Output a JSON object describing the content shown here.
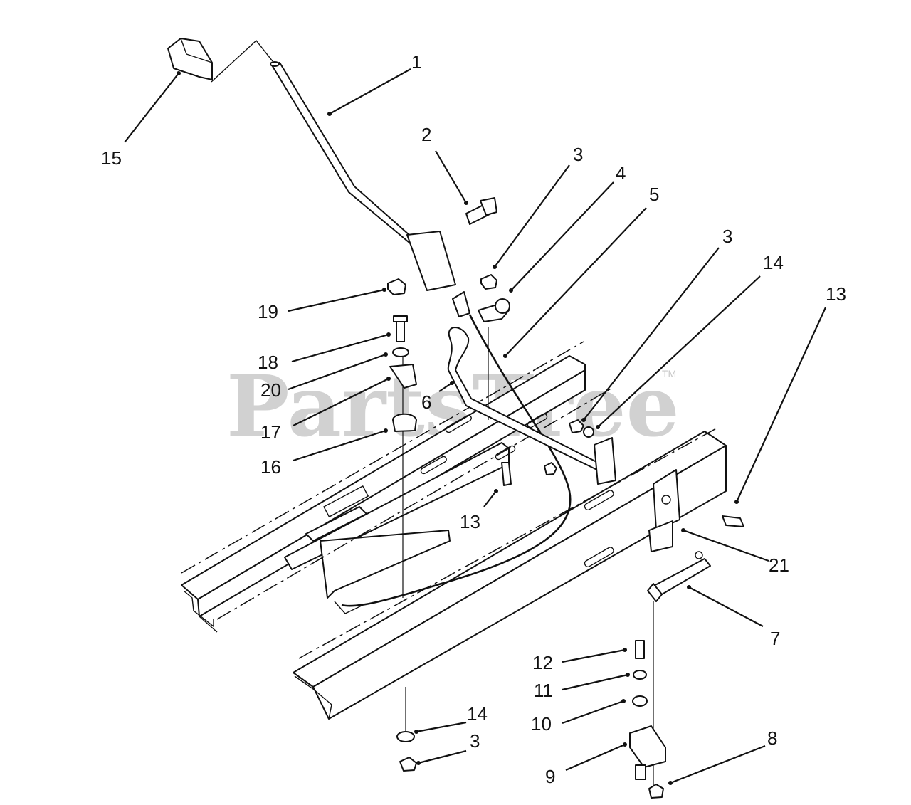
{
  "watermark": {
    "text": "PartsTree",
    "trademark": "TM"
  },
  "callouts": [
    {
      "id": "c1",
      "label": "1"
    },
    {
      "id": "c2",
      "label": "2"
    },
    {
      "id": "c3a",
      "label": "3"
    },
    {
      "id": "c4",
      "label": "4"
    },
    {
      "id": "c5",
      "label": "5"
    },
    {
      "id": "c3b",
      "label": "3"
    },
    {
      "id": "c14a",
      "label": "14"
    },
    {
      "id": "c13a",
      "label": "13"
    },
    {
      "id": "c15",
      "label": "15"
    },
    {
      "id": "c19",
      "label": "19"
    },
    {
      "id": "c18",
      "label": "18"
    },
    {
      "id": "c20",
      "label": "20"
    },
    {
      "id": "c6",
      "label": "6"
    },
    {
      "id": "c17",
      "label": "17"
    },
    {
      "id": "c16",
      "label": "16"
    },
    {
      "id": "c13b",
      "label": "13"
    },
    {
      "id": "c21",
      "label": "21"
    },
    {
      "id": "c7",
      "label": "7"
    },
    {
      "id": "c12",
      "label": "12"
    },
    {
      "id": "c11",
      "label": "11"
    },
    {
      "id": "c10",
      "label": "10"
    },
    {
      "id": "c14b",
      "label": "14"
    },
    {
      "id": "c3c",
      "label": "3"
    },
    {
      "id": "c8",
      "label": "8"
    },
    {
      "id": "c9",
      "label": "9"
    }
  ]
}
